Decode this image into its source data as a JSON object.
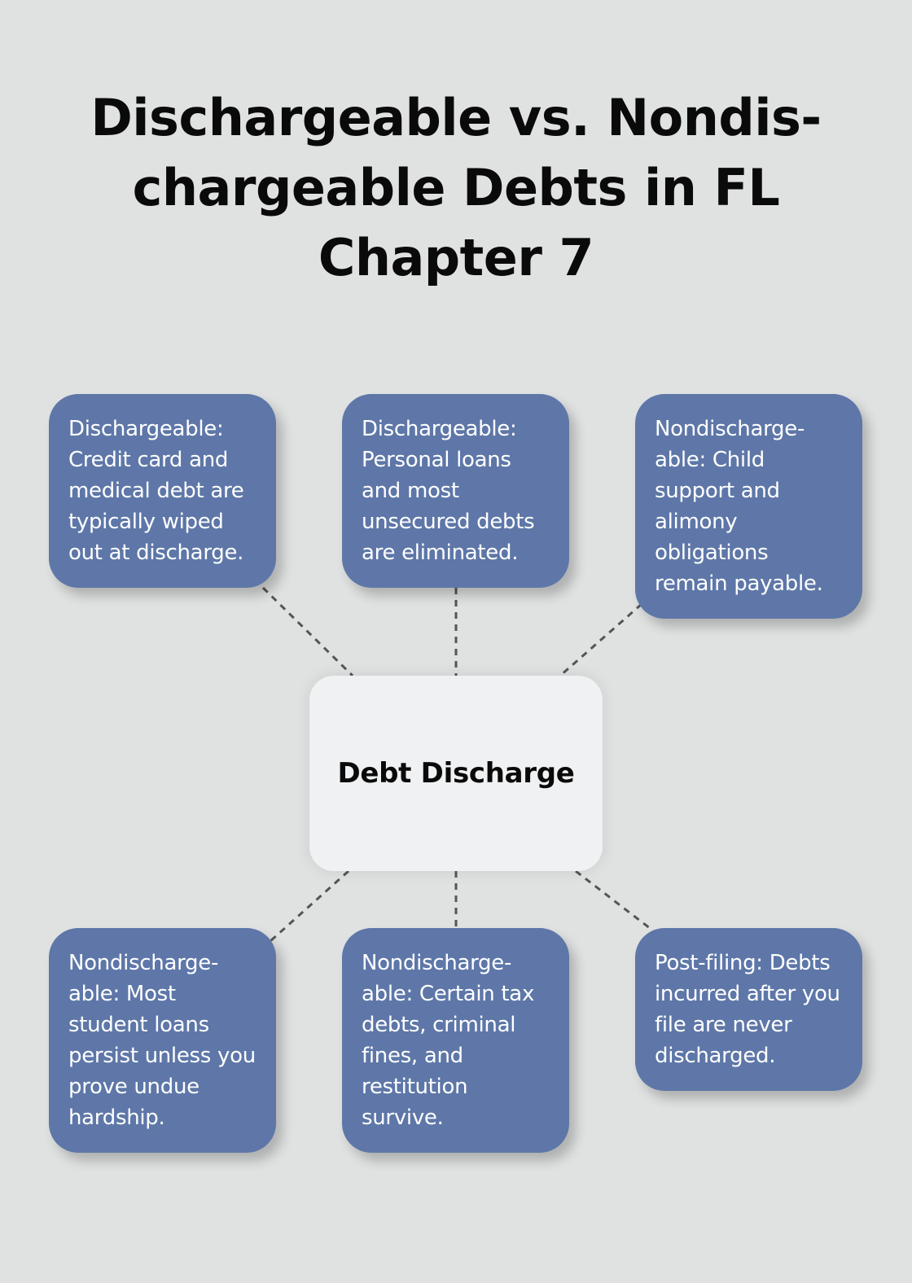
{
  "title": "Dischargeable vs. Nondis- chargeable Debts in FL Chapter 7",
  "center": {
    "label": "Debt Discharge"
  },
  "nodes": [
    {
      "text": "Dischargeable: Credit card and medical debt are typically wiped out at discharge."
    },
    {
      "text": "Dischargeable: Personal loans and most unsecured debts are eliminated."
    },
    {
      "text": "Nondischarge- able: Child support and alimony obligations remain payable."
    },
    {
      "text": "Nondischarge- able: Most student loans persist unless you prove undue hardship."
    },
    {
      "text": "Nondischarge- able: Certain tax debts, criminal fines, and restitution survive."
    },
    {
      "text": "Post-filing: Debts incurred after you file are never discharged."
    }
  ],
  "colors": {
    "background": "#e0e2e2",
    "node_fill": "#5e77a8",
    "center_fill": "#f0f1f2",
    "connector": "#555555"
  }
}
